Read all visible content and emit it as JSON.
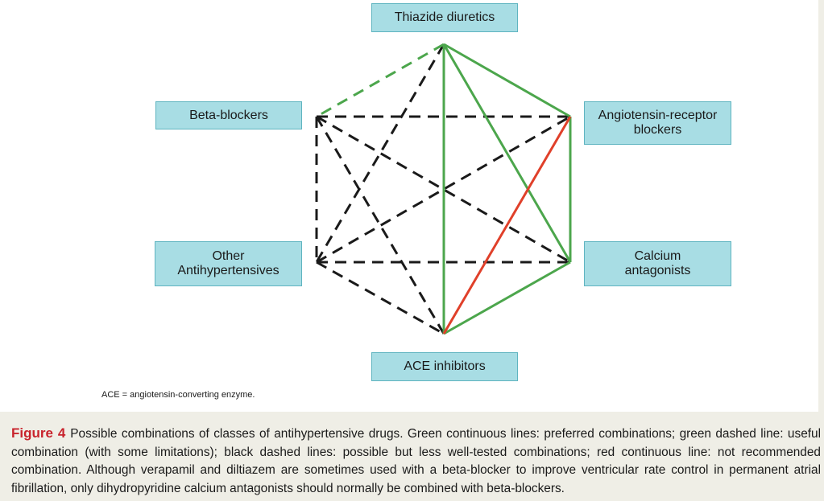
{
  "nodes": {
    "thiazide": "Thiazide diuretics",
    "beta": "Beta-blockers",
    "arb": "Angiotensin-receptor\nblockers",
    "other": "Other\nAntihypertensives",
    "calcium": "Calcium\nantagonists",
    "ace": "ACE inhibitors"
  },
  "note": "ACE = angiotensin-converting enzyme.",
  "caption": {
    "label": "Figure 4",
    "text": "Possible combinations of classes of antihypertensive drugs. Green continuous lines: preferred combinations; green dashed line: useful combination (with some limitations); black dashed lines: possible but less well-tested combinations; red continuous line: not recommended combination. Although verapamil and diltiazem are sometimes used with a beta-blocker to improve ventricular rate control in permanent atrial fibrillation, only dihydropyridine calcium antagonists should normally be combined with beta-blockers."
  },
  "colors": {
    "green": "#4ca64c",
    "red": "#e0402a",
    "black": "#1a1a1a",
    "box_fill": "#a8dde4",
    "caption_label": "#c8232c"
  },
  "combinations": [
    {
      "from": "thiazide",
      "to": "beta",
      "style": "green-dashed"
    },
    {
      "from": "thiazide",
      "to": "arb",
      "style": "green-solid"
    },
    {
      "from": "thiazide",
      "to": "calcium",
      "style": "green-solid"
    },
    {
      "from": "thiazide",
      "to": "ace",
      "style": "green-solid"
    },
    {
      "from": "arb",
      "to": "calcium",
      "style": "green-solid"
    },
    {
      "from": "calcium",
      "to": "ace",
      "style": "green-solid"
    },
    {
      "from": "arb",
      "to": "ace",
      "style": "red-solid"
    },
    {
      "from": "beta",
      "to": "arb",
      "style": "black-dashed"
    },
    {
      "from": "beta",
      "to": "other",
      "style": "black-dashed"
    },
    {
      "from": "beta",
      "to": "calcium",
      "style": "black-dashed"
    },
    {
      "from": "beta",
      "to": "ace",
      "style": "black-dashed"
    },
    {
      "from": "thiazide",
      "to": "other",
      "style": "black-dashed"
    },
    {
      "from": "other",
      "to": "arb",
      "style": "black-dashed"
    },
    {
      "from": "other",
      "to": "calcium",
      "style": "black-dashed"
    },
    {
      "from": "other",
      "to": "ace",
      "style": "black-dashed"
    }
  ]
}
